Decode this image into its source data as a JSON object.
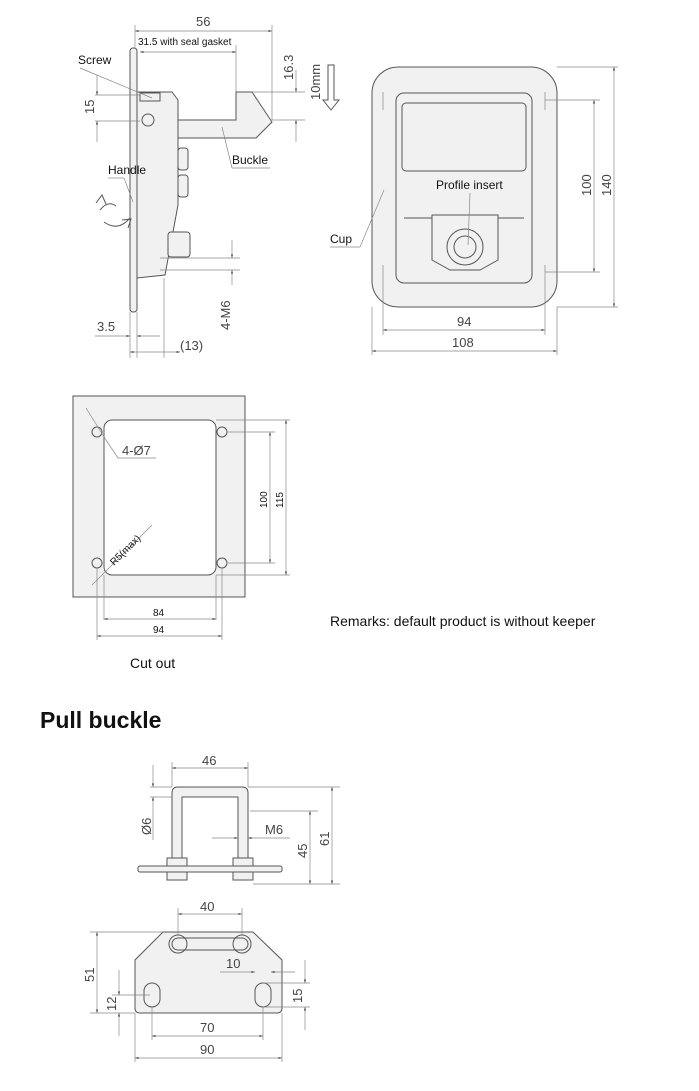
{
  "side_view": {
    "dim_overall": "56",
    "dim_gasket": "31.5 with seal gasket",
    "dim_hook": "16.3",
    "dim_travel": "10mm",
    "dim_screw": "15",
    "dim_thread": "4-M6",
    "dim_plate": "3.5",
    "dim_depth": "(13)",
    "label_screw": "Screw",
    "label_handle": "Handle",
    "label_buckle": "Buckle"
  },
  "front_view": {
    "label_profile": "Profile insert",
    "label_cup": "Cup",
    "dim_h_inner": "100",
    "dim_h_outer": "140",
    "dim_w_inner": "94",
    "dim_w_outer": "108"
  },
  "cutout": {
    "holes": "4-Ø7",
    "radius": "R5(max)",
    "dim_h_inner": "100",
    "dim_h_outer": "115",
    "dim_w_inner": "84",
    "dim_w_outer": "94",
    "caption": "Cut out"
  },
  "remarks": "Remarks: default product is without keeper",
  "pull_buckle": {
    "title": "Pull buckle",
    "dim_width": "46",
    "dim_rod": "Ø6",
    "dim_thread": "M6",
    "dim_h1": "45",
    "dim_h2": "61",
    "dim_bolt": "40",
    "dim_slot": "10",
    "dim_plate_h": "51",
    "dim_slot_y": "12",
    "dim_slot_h": "15",
    "dim_slot_pitch": "70",
    "dim_plate_w": "90"
  }
}
